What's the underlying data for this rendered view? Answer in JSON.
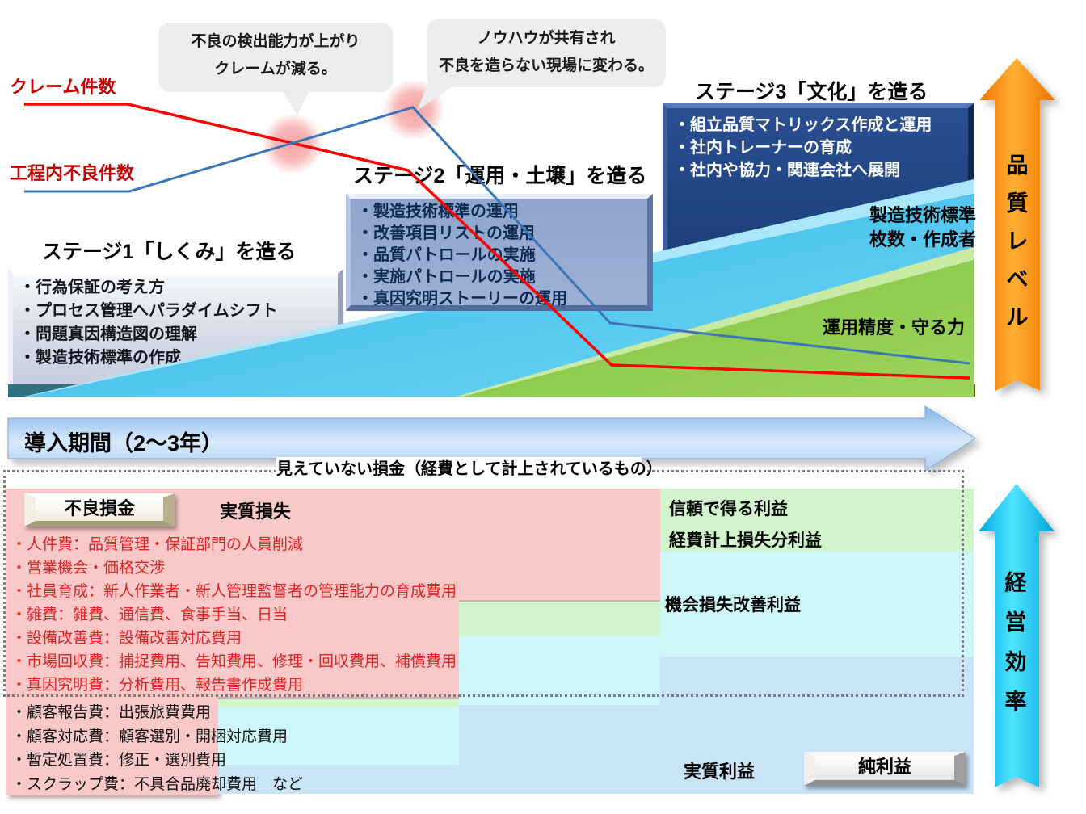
{
  "chart": {
    "line_labels": {
      "claims": "クレーム件数",
      "defects": "工程内不良件数"
    },
    "bubbles": [
      {
        "line1": "不良の検出能力が上がり",
        "line2": "クレームが減る。"
      },
      {
        "line1": "ノウハウが共有され",
        "line2": "不良を造らない現場に変わる。"
      }
    ],
    "stages": [
      {
        "heading": "ステージ1「しくみ」を造る",
        "items": [
          "・行為保証の考え方",
          "・プロセス管理へパラダイムシフト",
          "・問題真因構造図の理解",
          "・製造技術標準の作成"
        ]
      },
      {
        "heading": "ステージ2「運用・土壌」を造る",
        "items": [
          "・製造技術標準の運用",
          "・改善項目リストの運用",
          "・品質パトロールの実施",
          "・実施パトロールの実施",
          "・真因究明ストーリーの運用"
        ]
      },
      {
        "heading": "ステージ3「文化」を造る",
        "items": [
          "・組立品質マトリックス作成と運用",
          "・社内トレーナーの育成",
          "・社内や協力・関連会社へ展開"
        ]
      }
    ],
    "area_labels": {
      "standards_line1": "製造技術標準",
      "standards_line2": "枚数・作成者",
      "operation": "運用精度・守る力"
    },
    "quality_axis": "品質レベル"
  },
  "timeline": {
    "label": "導入期間（2～3年）"
  },
  "bottom": {
    "hidden_loss_title": "見えていない損金（経費として計上されているもの）",
    "defect_loss_button": "不良損金",
    "real_loss_label": "実質損失",
    "loss_items": [
      "・人件費：品質管理・保証部門の人員削減",
      "・営業機会・価格交渉",
      "・社員育成：新人作業者・新人管理監督者の管理能力の育成費用",
      "・雑費：雑費、通信費、食事手当、日当",
      "・設備改善費：設備改善対応費用",
      "・市場回収費：捕捉費用、告知費用、修理・回収費用、補償費用",
      "・真因究明費：分析費用、報告書作成費用"
    ],
    "visible_loss_items": [
      "・顧客報告費：出張旅費費用",
      "・顧客対応費：顧客選別・開梱対応費用",
      "・暫定処置費：修正・選別費用",
      "・スクラップ費：不具合品廃却費用　など"
    ],
    "trust_profit_line1": "信頼で得る利益",
    "trust_profit_line2": "経費計上損失分利益",
    "opportunity_profit": "機会損失改善利益",
    "real_profit": "実質利益",
    "net_profit_button": "純利益",
    "efficiency_axis": "経営効率"
  },
  "colors": {
    "claim_line": "#FF0000",
    "defect_line": "#3A76B8",
    "label_red": "#C00000",
    "cyan_area": "#41C3ED",
    "green_area": "#8DCB4D",
    "quality_arrow": "#F58220",
    "efficiency_arrow": "#00C4F0",
    "loss_pink": "#F9C8C8",
    "profit_green": "#D2F4CC",
    "profit_cyan": "#CCF6F8",
    "profit_blue": "#C9E3F7"
  }
}
